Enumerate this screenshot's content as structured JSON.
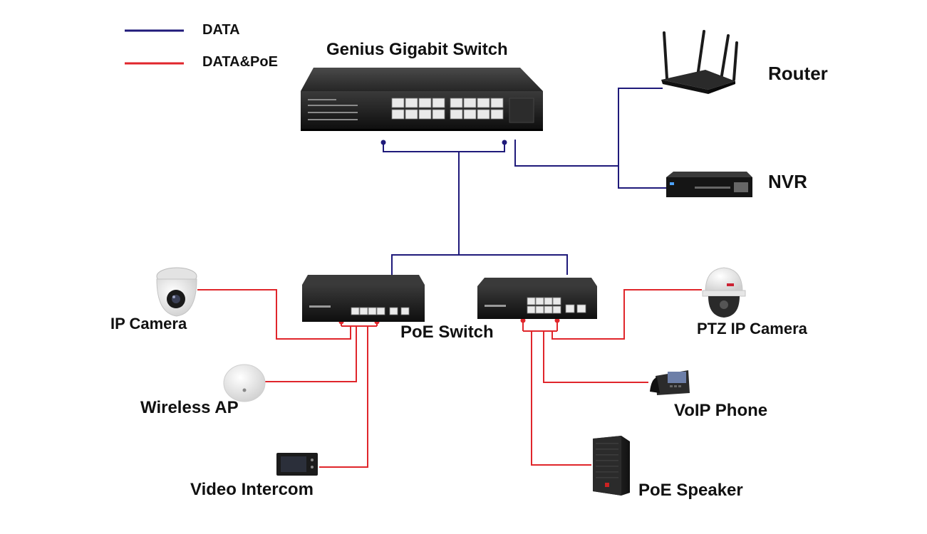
{
  "legend": {
    "data_label": "DATA",
    "poe_label": "DATA&PoE"
  },
  "colors": {
    "data_line": "#1f1a7a",
    "poe_line": "#e0262b",
    "device_dark": "#1b1b1b",
    "text": "#111111"
  },
  "devices": {
    "core_switch": "Genius Gigabit Switch",
    "router": "Router",
    "nvr": "NVR",
    "poe_switch": "PoE Switch",
    "ip_camera": "IP Camera",
    "wireless_ap": "Wireless AP",
    "video_intercom": "Video Intercom",
    "ptz_camera": "PTZ IP Camera",
    "voip_phone": "VoIP Phone",
    "poe_speaker": "PoE Speaker"
  },
  "icons": [
    "gigabit-switch-icon",
    "router-icon",
    "nvr-icon",
    "poe-switch-icon",
    "dome-camera-icon",
    "wireless-ap-icon",
    "video-intercom-icon",
    "ptz-camera-icon",
    "voip-phone-icon",
    "speaker-icon"
  ]
}
